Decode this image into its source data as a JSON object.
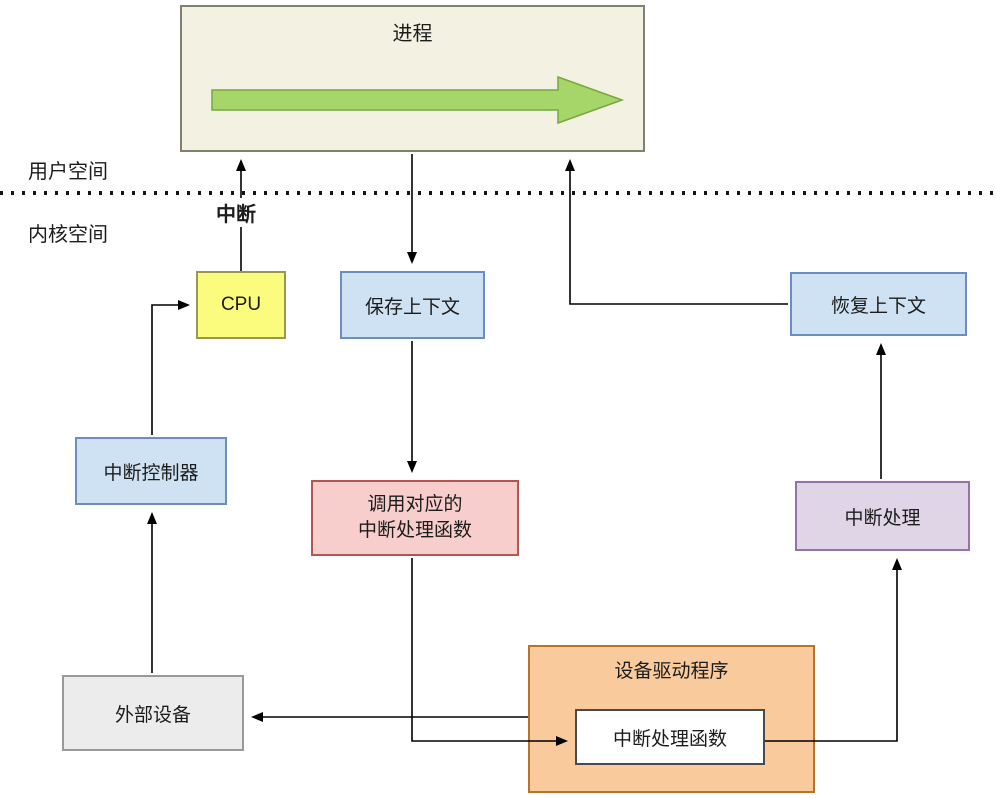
{
  "diagram": {
    "type": "flowchart",
    "topic": "interrupt-handling-flow",
    "labels": {
      "process": "进程",
      "user_space": "用户空间",
      "kernel_space": "内核空间",
      "interrupt": "中断",
      "cpu": "CPU",
      "save_context": "保存上下文",
      "restore_context": "恢复上下文",
      "interrupt_controller": "中断控制器",
      "call_handler": "调用对应的\n中断处理函数",
      "interrupt_handling": "中断处理",
      "external_device": "外部设备",
      "device_driver": "设备驱动程序",
      "interrupt_handler_fn": "中断处理函数"
    },
    "colors": {
      "process_fill": "#f3f1e2",
      "process_border": "#80806e",
      "green_arrow_fill": "#a6d669",
      "green_arrow_border": "#76a83e",
      "cpu_fill": "#fbfb7d",
      "cpu_border": "#98984e",
      "blue_fill": "#cfe2f3",
      "blue_border": "#6c8ebf",
      "pink_fill": "#f8cecc",
      "pink_border": "#b85450",
      "purple_fill": "#e0d5e7",
      "purple_border": "#9673a6",
      "gray_fill": "#ececec",
      "gray_border": "#999999",
      "orange_fill": "#f9cb9c",
      "orange_border": "#b5742a",
      "inner_box_fill": "#ffffff",
      "line_color": "#000000"
    }
  }
}
